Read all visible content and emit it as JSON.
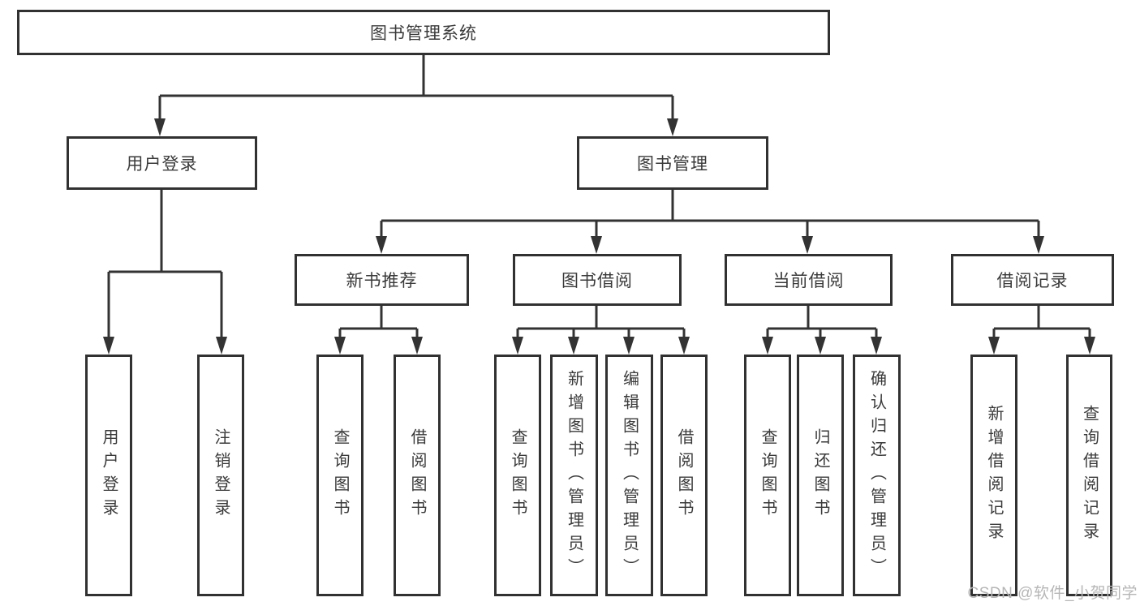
{
  "diagram": {
    "title_note": "library management system feature tree",
    "root": {
      "label": "图书管理系统"
    },
    "l2": [
      {
        "label": "用户登录"
      },
      {
        "label": "图书管理"
      }
    ],
    "l3": [
      {
        "label": "新书推荐"
      },
      {
        "label": "图书借阅"
      },
      {
        "label": "当前借阅"
      },
      {
        "label": "借阅记录"
      }
    ],
    "l4": {
      "g1": [
        {
          "label": "用户登录"
        },
        {
          "label": "注销登录"
        }
      ],
      "g2": [
        {
          "label": "查询图书"
        },
        {
          "label": "借阅图书"
        }
      ],
      "g3": [
        {
          "label": "查询图书"
        },
        {
          "label": "新增图书（管理员）"
        },
        {
          "label": "编辑图书（管理员）"
        },
        {
          "label": "借阅图书"
        }
      ],
      "g4": [
        {
          "label": "查询图书"
        },
        {
          "label": "归还图书"
        },
        {
          "label": "确认归还（管理员）"
        }
      ],
      "g5": [
        {
          "label": "新增借阅记录"
        },
        {
          "label": "查询借阅记录"
        }
      ]
    },
    "watermark": {
      "text": "CSDN @软件_小贺同学"
    },
    "colors": {
      "line": "#333333",
      "border": "#313131",
      "text": "#3a3a3a",
      "watermark": "#b6b6b6",
      "background": "#ffffff"
    }
  }
}
